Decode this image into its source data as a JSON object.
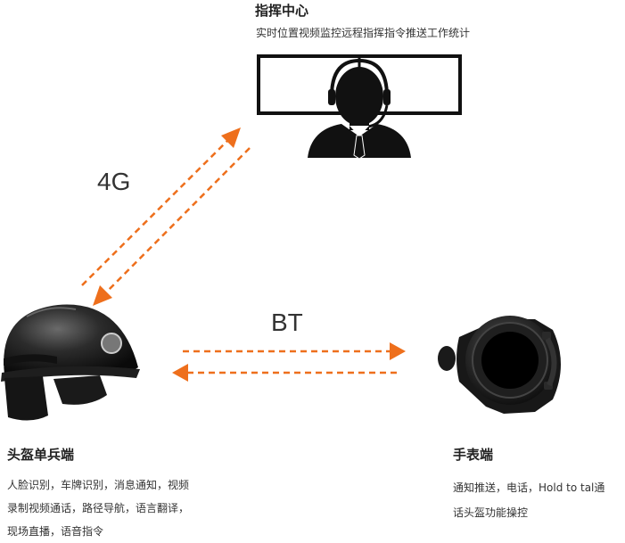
{
  "command_center": {
    "title": "指挥中心",
    "description": "实时位置视频监控远程指挥指令推送工作统计"
  },
  "links": {
    "cellular": "4G",
    "bluetooth": "BT"
  },
  "helmet": {
    "title": "头盔单兵端",
    "description_lines": [
      "人脸识别，车牌识别，消息通知，视频",
      "录制视频通话，路径导航，语言翻译，",
      "现场直播，语音指令"
    ]
  },
  "watch": {
    "title": "手表端",
    "description_lines": [
      "通知推送，电话，Hold to tal通",
      "话头盔功能操控"
    ]
  },
  "colors": {
    "arrow": "#ee6f1c",
    "icon_dark": "#111111"
  }
}
